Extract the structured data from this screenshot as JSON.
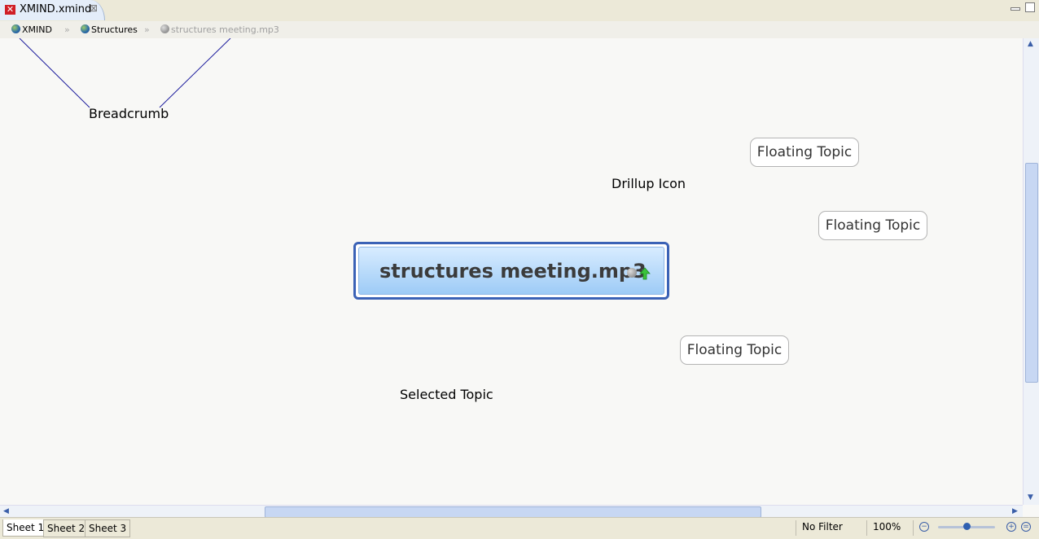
{
  "tab": {
    "title": "XMIND.xmind",
    "icon": "xmind-file-icon",
    "close_glyph": "⊠"
  },
  "breadcrumb": {
    "items": [
      {
        "label": "XMIND",
        "icon": "globe-icon",
        "active": true
      },
      {
        "label": "Structures",
        "icon": "globe-icon",
        "active": true
      },
      {
        "label": "structures meeting.mp3",
        "icon": "globe-icon",
        "active": false
      }
    ],
    "separator": "»"
  },
  "annotations": {
    "breadcrumb": "Breadcrumb",
    "drillup_icon": "Drillup Icon",
    "selected_topic": "Selected Topic"
  },
  "central_topic": {
    "label": "structures meeting.mp3",
    "border_color": "#3b62b6"
  },
  "floating_topics": [
    {
      "label": "Floating Topic"
    },
    {
      "label": "Floating Topic"
    },
    {
      "label": "Floating Topic"
    }
  ],
  "sheets": [
    {
      "label": "Sheet 1",
      "active": true
    },
    {
      "label": "Sheet 2",
      "active": false
    },
    {
      "label": "Sheet 3",
      "active": false
    }
  ],
  "status": {
    "filter": "No Filter",
    "zoom": "100%"
  },
  "colors": {
    "accent": "#3b62b6",
    "leader_line": "#1a1a9c"
  }
}
